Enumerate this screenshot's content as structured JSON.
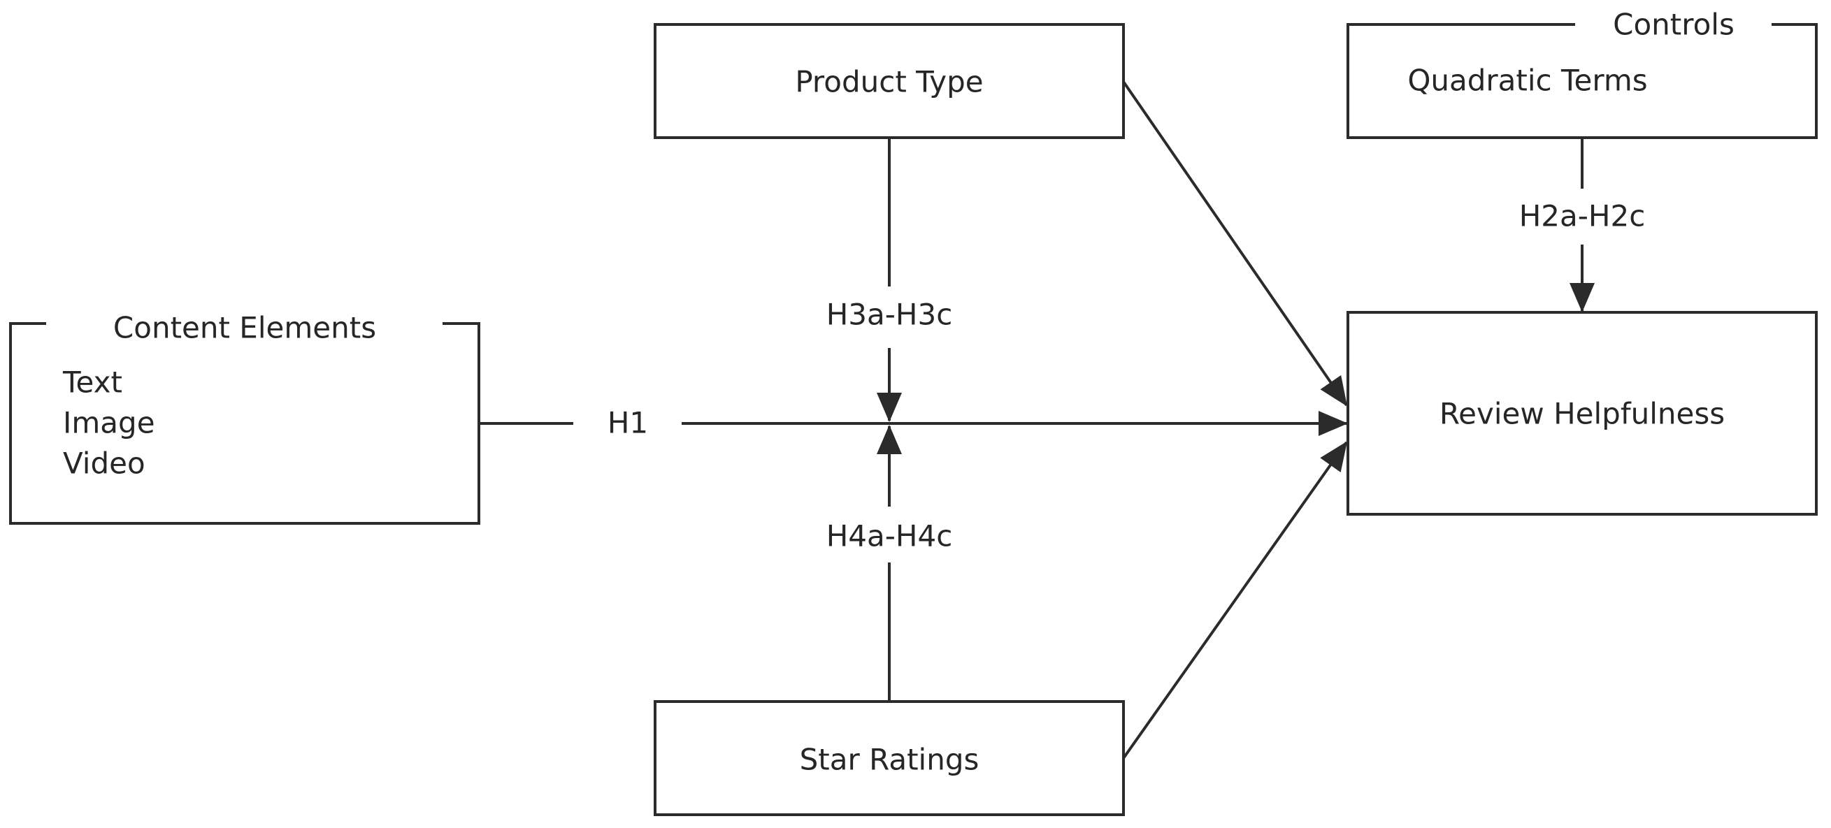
{
  "nodes": {
    "content_elements": {
      "title": "Content Elements",
      "items": [
        "Text",
        "Image",
        "Video"
      ]
    },
    "product_type": {
      "label": "Product Type"
    },
    "controls": {
      "title": "Controls",
      "label": "Quadratic Terms"
    },
    "review_helpfulness": {
      "label": "Review Helpfulness"
    },
    "star_ratings": {
      "label": "Star Ratings"
    }
  },
  "edges": {
    "h1": "H1",
    "h2": "H2a-H2c",
    "h3": "H3a-H3c",
    "h4": "H4a-H4c"
  },
  "colors": {
    "line": "#2b2b2b",
    "text": "#262626",
    "background": "#ffffff"
  }
}
